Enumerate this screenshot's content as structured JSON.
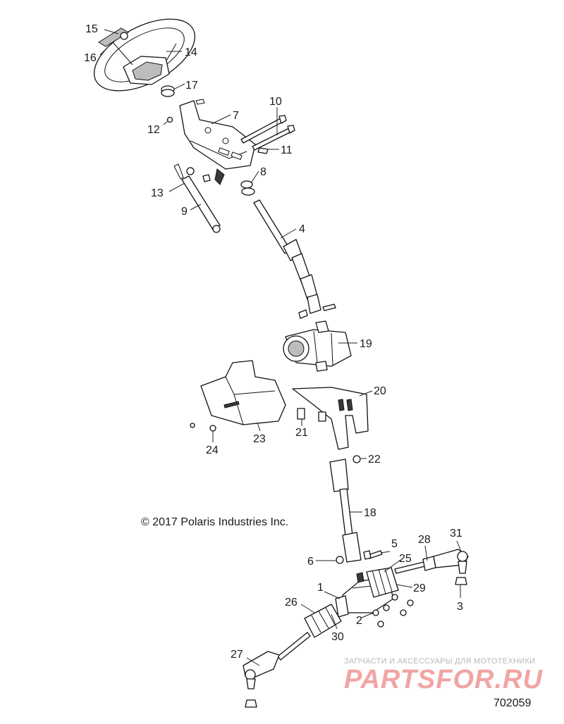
{
  "copyright": "© 2017 Polaris Industries Inc.",
  "watermark": {
    "subtitle": "ЗАПЧАСТИ И АКСЕССУАРЫ ДЛЯ МОТОТЕХНИКИ",
    "brand": "PARTSFOR.RU"
  },
  "diagram_number": "702059",
  "callouts": [
    "1",
    "2",
    "3",
    "4",
    "5",
    "6",
    "7",
    "8",
    "9",
    "10",
    "11",
    "12",
    "13",
    "14",
    "15",
    "16",
    "17",
    "18",
    "19",
    "20",
    "21",
    "22",
    "23",
    "24",
    "25",
    "26",
    "27",
    "28",
    "29",
    "30",
    "31"
  ],
  "colors": {
    "line": "#111111",
    "shade": "#bdbdbd",
    "watermark_brand": "#f0a5a5",
    "watermark_text": "#b8b8b8"
  }
}
